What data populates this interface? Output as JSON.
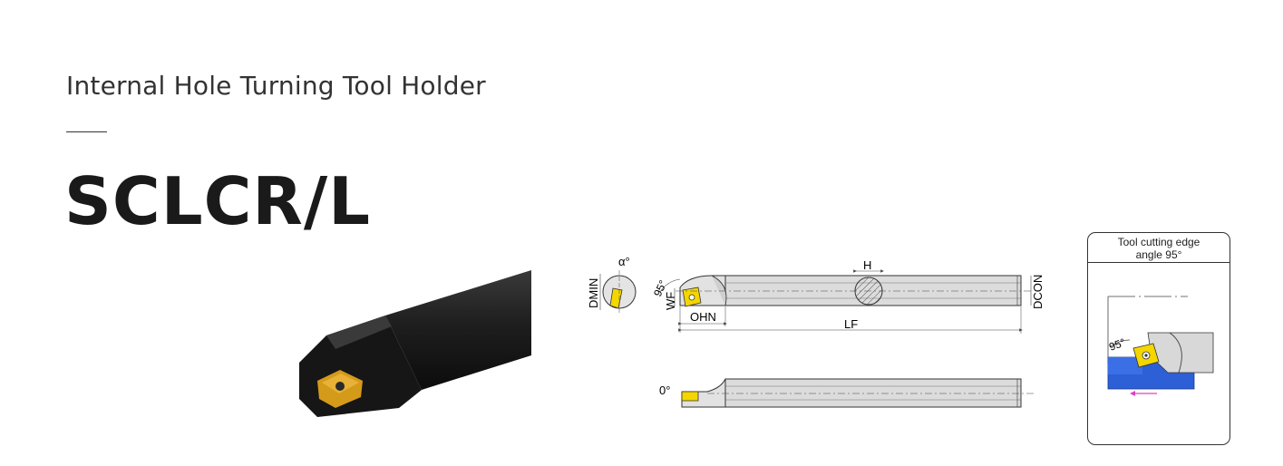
{
  "header": {
    "category": "Internal Hole Turning Tool Holder",
    "model": "SCLCR/L"
  },
  "drawing": {
    "labels": {
      "dmin": "DMIN",
      "alpha": "α°",
      "angle_95": "95°",
      "wf": "WF",
      "ohn": "OHN",
      "h": "H",
      "lf": "LF",
      "dcon": "DCON",
      "angle_0": "0°"
    }
  },
  "angle_card": {
    "title_line1": "Tool cutting edge",
    "title_line2": "angle 95°",
    "angle_label": "95°"
  },
  "colors": {
    "insert_yellow": "#f4d600",
    "workpiece_blue": "#2d5fd6",
    "tool_body": "#d8d8d8",
    "photo_body": "#1c1c1c",
    "insert_gold": "#d49a1a",
    "feed_arrow": "#e040c0"
  }
}
